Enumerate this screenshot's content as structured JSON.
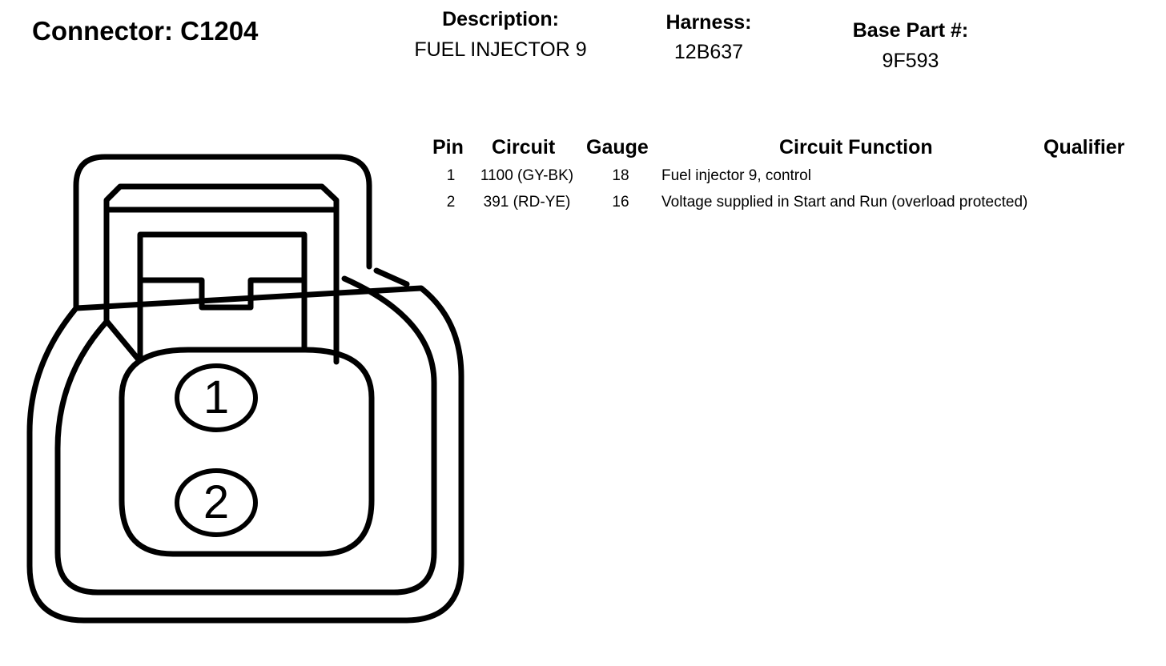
{
  "connector": {
    "title": "Connector: C1204",
    "description_label": "Description:",
    "description_value": "FUEL INJECTOR 9",
    "harness_label": "Harness:",
    "harness_value": "12B637",
    "base_part_label": "Base Part #:",
    "base_part_value": "9F593"
  },
  "table": {
    "headers": {
      "pin": "Pin",
      "circuit": "Circuit",
      "gauge": "Gauge",
      "function": "Circuit Function",
      "qualifier": "Qualifier"
    },
    "rows": [
      {
        "pin": "1",
        "circuit": "1100 (GY-BK)",
        "gauge": "18",
        "function": "Fuel injector 9, control",
        "qualifier": ""
      },
      {
        "pin": "2",
        "circuit": "391 (RD-YE)",
        "gauge": "16",
        "function": "Voltage supplied in Start and Run (overload protected)",
        "qualifier": ""
      }
    ]
  },
  "diagram": {
    "pin_labels": [
      "1",
      "2"
    ]
  }
}
